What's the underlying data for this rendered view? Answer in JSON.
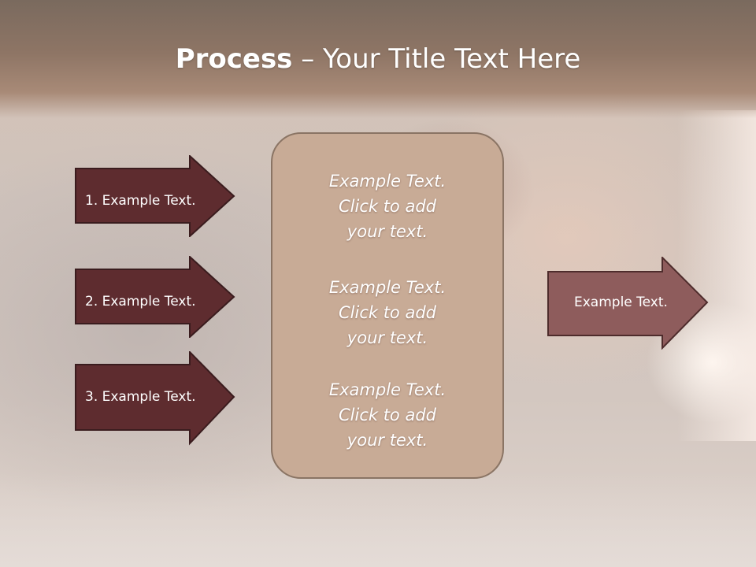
{
  "slide": {
    "title_bold": "Process",
    "title_rest": " – Your Title Text Here"
  },
  "left_arrows": [
    {
      "label": "1. Example Text."
    },
    {
      "label": "2. Example Text."
    },
    {
      "label": "3. Example Text."
    }
  ],
  "center_box": {
    "blocks": [
      {
        "line1": "Example Text.",
        "line2": "Click  to add",
        "line3": "your text."
      },
      {
        "line1": "Example Text.",
        "line2": "Click  to add",
        "line3": "your text."
      },
      {
        "line1": "Example Text.",
        "line2": "Click  to add",
        "line3": "your text."
      }
    ]
  },
  "right_arrow": {
    "label": "Example Text."
  },
  "colors": {
    "left_arrow_fill": "#5e2c2f",
    "right_arrow_fill": "#8e5c5c",
    "center_box_fill": "#c8ab96",
    "title_band": "#8e7565"
  }
}
